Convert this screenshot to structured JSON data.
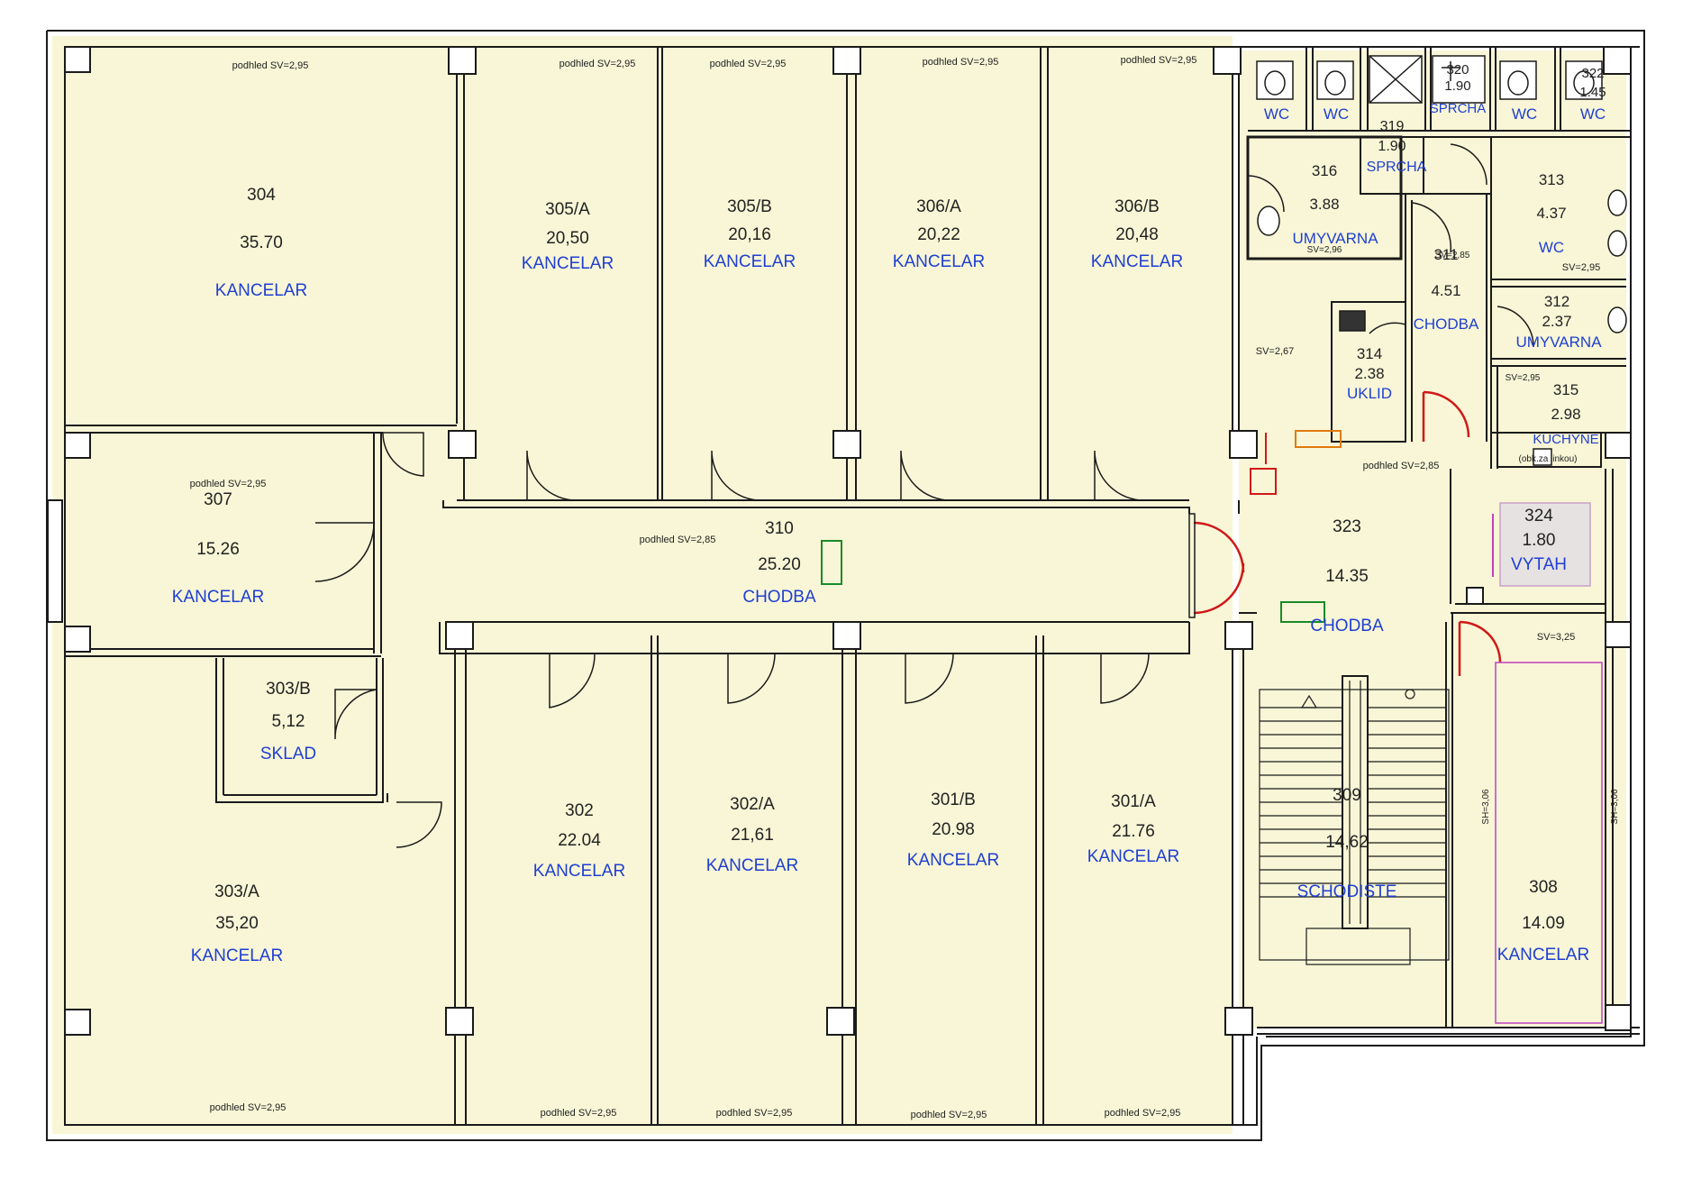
{
  "colors": {
    "room_fill": "#f8f6d6",
    "wall": "#1a1a1a",
    "room_name": "#1f3fd2",
    "door_red": "#d01818",
    "sign_green": "#1a8a2a",
    "orange": "#e07a10",
    "elevator_fill": "#e6e2e2",
    "elevator_outline": "#c8a0c8",
    "magenta_line": "#c040c0"
  },
  "rooms": [
    {
      "id": "r304",
      "number": "304",
      "area": "35.70",
      "name": "KANCELAR"
    },
    {
      "id": "r305a",
      "number": "305/A",
      "area": "20,50",
      "name": "KANCELAR"
    },
    {
      "id": "r305b",
      "number": "305/B",
      "area": "20,16",
      "name": "KANCELAR"
    },
    {
      "id": "r306a",
      "number": "306/A",
      "area": "20,22",
      "name": "KANCELAR"
    },
    {
      "id": "r306b",
      "number": "306/B",
      "area": "20,48",
      "name": "KANCELAR"
    },
    {
      "id": "r307",
      "number": "307",
      "area": "15.26",
      "name": "KANCELAR"
    },
    {
      "id": "r310",
      "number": "310",
      "area": "25.20",
      "name": "CHODBA"
    },
    {
      "id": "r303b",
      "number": "303/B",
      "area": "5,12",
      "name": "SKLAD"
    },
    {
      "id": "r303a",
      "number": "303/A",
      "area": "35,20",
      "name": "KANCELAR"
    },
    {
      "id": "r302",
      "number": "302",
      "area": "22.04",
      "name": "KANCELAR"
    },
    {
      "id": "r302a",
      "number": "302/A",
      "area": "21,61",
      "name": "KANCELAR"
    },
    {
      "id": "r301b",
      "number": "301/B",
      "area": "20.98",
      "name": "KANCELAR"
    },
    {
      "id": "r301a",
      "number": "301/A",
      "area": "21.76",
      "name": "KANCELAR"
    },
    {
      "id": "r323",
      "number": "323",
      "area": "14.35",
      "name": "CHODBA"
    },
    {
      "id": "r324",
      "number": "324",
      "area": "1.80",
      "name": "VYTAH"
    },
    {
      "id": "r308",
      "number": "308",
      "area": "14.09",
      "name": "KANCELAR"
    },
    {
      "id": "r309",
      "number": "309",
      "area": "14,62",
      "name": "SCHODISTE"
    },
    {
      "id": "r316",
      "number": "316",
      "area": "3.88",
      "name": "UMYVARNA"
    },
    {
      "id": "r313",
      "number": "313",
      "area": "4.37",
      "name": "WC"
    },
    {
      "id": "r311",
      "number": "311",
      "area": "4.51",
      "name": "CHODBA"
    },
    {
      "id": "r312",
      "number": "312",
      "area": "2.37",
      "name": "UMYVARNA"
    },
    {
      "id": "r314",
      "number": "314",
      "area": "2.38",
      "name": "UKLID"
    },
    {
      "id": "r315",
      "number": "315",
      "area": "2.98",
      "name": "KUCHYNE"
    },
    {
      "id": "r319",
      "number": "319",
      "area": "1.90",
      "name": "SPRCHA"
    },
    {
      "id": "r320",
      "number": "320",
      "area": "1.90",
      "name": "SPRCHA"
    },
    {
      "id": "r322",
      "number": "322",
      "area": "1.45",
      "name": "WC"
    }
  ],
  "small_labels": {
    "wc": "WC",
    "ceiling_295": "podhled SV=2,95",
    "ceiling_285": "podhled SV=2,85",
    "sv_267": "SV=2,67",
    "sv_295": "SV=2,95",
    "sv_325": "SV=3,25",
    "sv_296": "SV=2,96",
    "sv_285": "SV=2,85",
    "sh_306": "SH=3,06",
    "kitchen_note": "(obk.za linkou)"
  }
}
